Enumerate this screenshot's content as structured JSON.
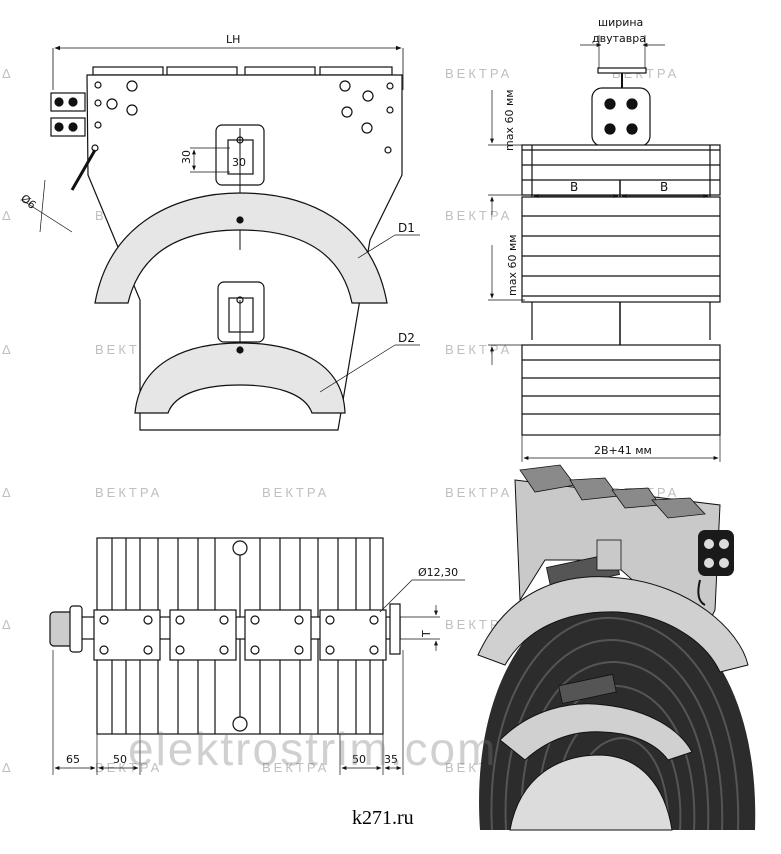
{
  "watermark": {
    "brand": "ВЕКТРА",
    "big": "elektrostrim.com",
    "site": "k271.ru"
  },
  "top_left_view": {
    "dim_LH": "LH",
    "dim_30": "30",
    "box_30": "30",
    "dim_d6": "Ø6",
    "label_D1": "D1",
    "label_D2": "D2"
  },
  "top_right_view": {
    "beam_width_1": "ширина",
    "beam_width_2": "двутавра",
    "max_60_a": "max 60 мм",
    "max_60_b": "max 60 мм",
    "dim_B_left": "В",
    "dim_B_right": "В",
    "dim_total": "2В+41 мм"
  },
  "bottom_left_view": {
    "dim_d12": "Ø12,30",
    "dim_T": "T",
    "dim_65": "65",
    "dim_50_left": "50",
    "dim_50_right": "50",
    "dim_35": "35"
  },
  "colors": {
    "line": "#111111",
    "panel": "#d9d9d9",
    "cable": "#2c2c2c",
    "watermark": "#bfbfbf"
  }
}
